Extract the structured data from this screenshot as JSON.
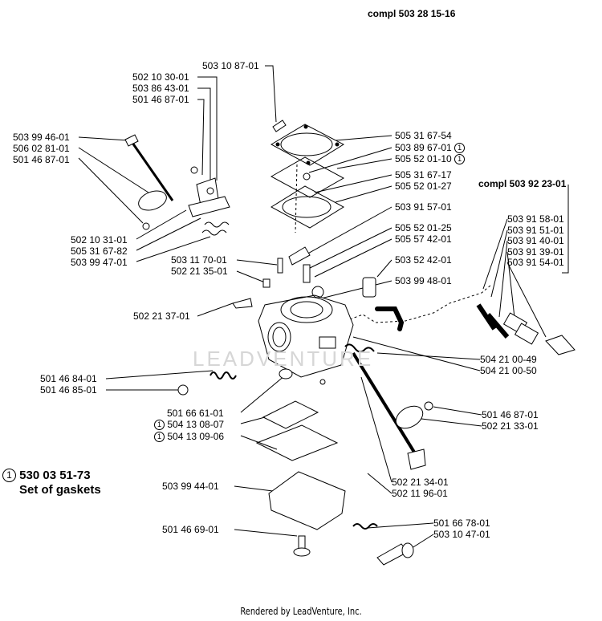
{
  "header": {
    "compl_top": "compl 503 28 15-16",
    "compl_right": "compl 503 92 23-01"
  },
  "watermark": "LEADVENTURE",
  "gasket_note": {
    "marker": "1",
    "part": "530 03 51-73",
    "text": "Set of gaskets"
  },
  "footer": "Rendered by LeadVenture, Inc.",
  "labels_left": [
    "502 10 30-01",
    "503 86 43-01",
    "501 46 87-01",
    "503 10 87-01",
    "503 99 46-01",
    "506 02 81-01",
    "501 46 87-01",
    "502 10 31-01",
    "505 31 67-82",
    "503 99 47-01",
    "503 11 70-01",
    "502 21 35-01",
    "502 21 37-01",
    "501 46 84-01",
    "501 46 85-01",
    "501 66 61-01",
    "504 13 08-07",
    "504 13 09-06",
    "503 99 44-01",
    "501 46 69-01"
  ],
  "labels_right": [
    "505 31 67-54",
    "503 89 67-01",
    "505 52 01-10",
    "505 31 67-17",
    "505 52 01-27",
    "503 91 57-01",
    "505 52 01-25",
    "505 57 42-01",
    "503 52 42-01",
    "503 99 48-01",
    "503 91 58-01",
    "503 91 51-01",
    "503 91 40-01",
    "503 91 39-01",
    "503 91 54-01",
    "504 21 00-49",
    "504 21 00-50",
    "501 46 87-01",
    "502 21 33-01",
    "502 21 34-01",
    "502 11 96-01",
    "501 66 78-01",
    "503 10 47-01"
  ],
  "gasket_marker": "1"
}
